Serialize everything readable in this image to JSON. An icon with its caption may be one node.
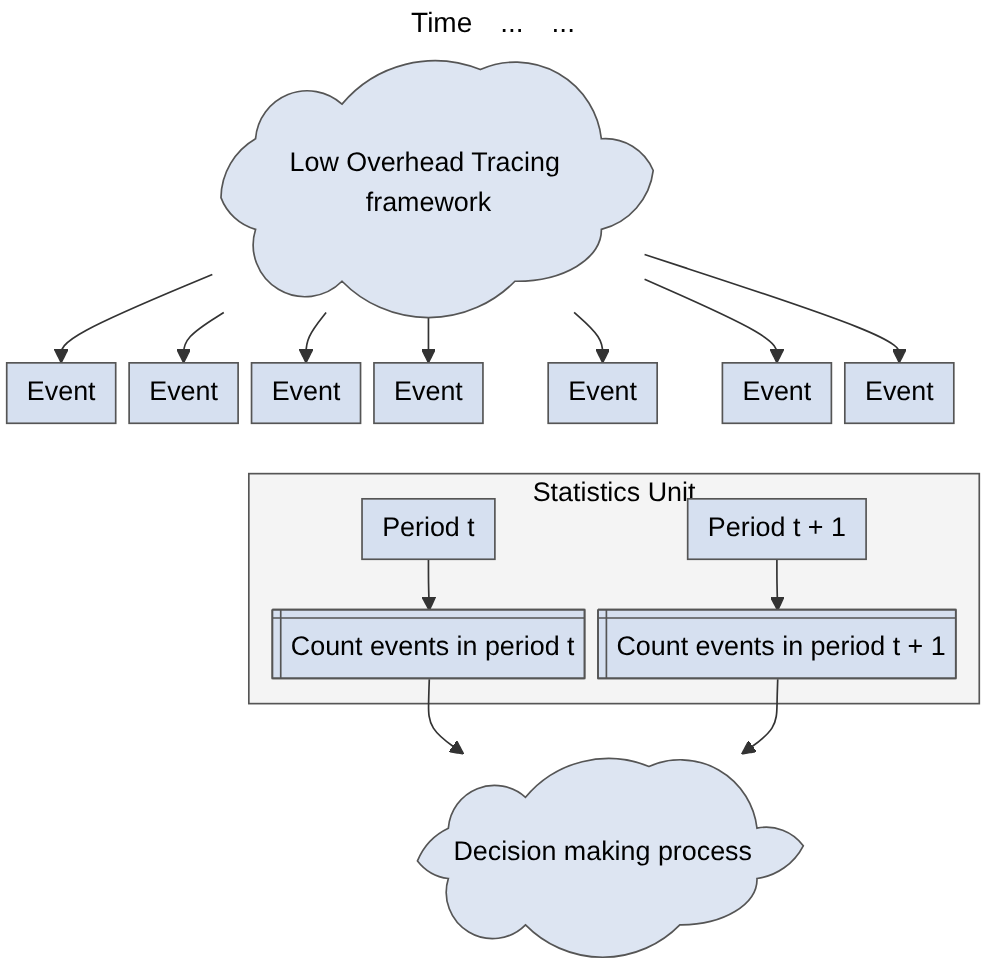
{
  "diagram": {
    "nodes": [
      {
        "text": [
          "Low Overhead Tracing framework"
        ]
      },
      {
        "text": [
          "Event"
        ]
      },
      {
        "text": [
          "Event"
        ]
      },
      {
        "text": [
          "Event"
        ]
      },
      {
        "text": [
          "Event"
        ]
      },
      {
        "text": [
          "Event"
        ]
      },
      {
        "text": [
          "Event"
        ]
      },
      {
        "text": [
          "Event"
        ]
      },
      {
        "text": [
          "Statistics Unit"
        ]
      },
      {
        "text": [
          "Period t"
        ],
        "in": 8
      },
      {
        "text": [
          "Period t + 1"
        ],
        "in": 8
      },
      {
        "text": [
          "Count events in period t"
        ],
        "in": 8
      },
      {
        "text": [
          "Count events in period t + 1"
        ],
        "in": 8
      },
      {
        "text": [
          "Decision making process"
        ]
      }
    ],
    "edges": [
      {
        "from": 0,
        "to": 1,
        "arrow": "to"
      },
      {
        "from": 0,
        "to": 2,
        "arrow": "to"
      },
      {
        "from": 0,
        "to": 3,
        "arrow": "to"
      },
      {
        "from": 0,
        "to": 4,
        "arrow": "to"
      },
      {
        "from": 0,
        "to": 5,
        "arrow": "to"
      },
      {
        "from": 0,
        "to": 6,
        "arrow": "to"
      },
      {
        "from": 0,
        "to": 7,
        "arrow": "to"
      },
      {
        "from": 9,
        "to": 11,
        "arrow": "to"
      },
      {
        "from": 10,
        "to": 12,
        "arrow": "to"
      },
      {
        "from": 11,
        "to": 13,
        "arrow": "to"
      },
      {
        "from": 12,
        "to": 13,
        "arrow": "to"
      }
    ],
    "labels": [
      "Time",
      "...",
      "..."
    ]
  }
}
